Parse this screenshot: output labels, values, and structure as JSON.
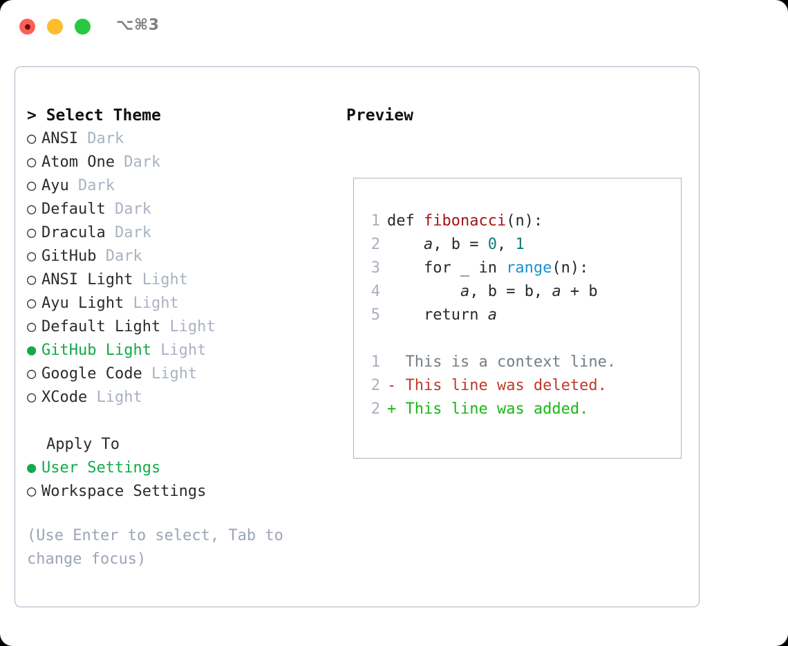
{
  "window": {
    "traffic_lights": [
      "close",
      "minimize",
      "zoom"
    ],
    "shortcut": "⌥⌘3"
  },
  "theme_panel": {
    "heading": "> Select Theme",
    "bullet_on": "●",
    "bullet_off": "○",
    "items": [
      {
        "name": "ANSI",
        "tag": "Dark",
        "selected": false
      },
      {
        "name": "Atom One",
        "tag": "Dark",
        "selected": false
      },
      {
        "name": "Ayu",
        "tag": "Dark",
        "selected": false
      },
      {
        "name": "Default",
        "tag": "Dark",
        "selected": false
      },
      {
        "name": "Dracula",
        "tag": "Dark",
        "selected": false
      },
      {
        "name": "GitHub",
        "tag": "Dark",
        "selected": false
      },
      {
        "name": "ANSI Light",
        "tag": "Light",
        "selected": false
      },
      {
        "name": "Ayu Light",
        "tag": "Light",
        "selected": false
      },
      {
        "name": "Default Light",
        "tag": "Light",
        "selected": false
      },
      {
        "name": "GitHub Light",
        "tag": "Light",
        "selected": true
      },
      {
        "name": "Google Code",
        "tag": "Light",
        "selected": false
      },
      {
        "name": "XCode",
        "tag": "Light",
        "selected": false
      }
    ]
  },
  "apply_to": {
    "heading": "Apply To",
    "options": [
      {
        "name": "User Settings",
        "selected": true
      },
      {
        "name": "Workspace Settings",
        "selected": false
      }
    ]
  },
  "hint": "(Use Enter to select, Tab to change focus)",
  "preview": {
    "title": "Preview",
    "code_lines": [
      {
        "num": "1",
        "parts": [
          {
            "text": "def ",
            "cls": "tok-plain"
          },
          {
            "text": "fibonacci",
            "cls": "tok-func"
          },
          {
            "text": "(n):",
            "cls": "tok-plain"
          }
        ]
      },
      {
        "num": "2",
        "parts": [
          {
            "text": "    ",
            "cls": "tok-plain"
          },
          {
            "text": "a",
            "cls": "tok-plain italic"
          },
          {
            "text": ", b = ",
            "cls": "tok-plain"
          },
          {
            "text": "0",
            "cls": "tok-num"
          },
          {
            "text": ", ",
            "cls": "tok-plain"
          },
          {
            "text": "1",
            "cls": "tok-num"
          }
        ]
      },
      {
        "num": "3",
        "parts": [
          {
            "text": "    for _ in ",
            "cls": "tok-plain"
          },
          {
            "text": "range",
            "cls": "tok-builtin"
          },
          {
            "text": "(n):",
            "cls": "tok-plain"
          }
        ]
      },
      {
        "num": "4",
        "parts": [
          {
            "text": "        ",
            "cls": "tok-plain"
          },
          {
            "text": "a",
            "cls": "tok-plain italic"
          },
          {
            "text": ", b = b, ",
            "cls": "tok-plain"
          },
          {
            "text": "a",
            "cls": "tok-plain italic"
          },
          {
            "text": " + b",
            "cls": "tok-plain"
          }
        ]
      },
      {
        "num": "5",
        "parts": [
          {
            "text": "    return ",
            "cls": "tok-plain"
          },
          {
            "text": "a",
            "cls": "tok-plain italic"
          }
        ]
      }
    ],
    "diff_lines": [
      {
        "num": "1",
        "marker": "  ",
        "text": "This is a context line.",
        "cls": "diff-ctx"
      },
      {
        "num": "2",
        "marker": "- ",
        "text": "This line was deleted.",
        "cls": "diff-del"
      },
      {
        "num": "2",
        "marker": "+ ",
        "text": "This line was added.",
        "cls": "diff-add"
      }
    ]
  },
  "colors": {
    "accent_green": "#12aa4a",
    "muted_tag": "#a9b2c1",
    "hint": "#9ba5b5",
    "border": "#a9b4c4",
    "diff_add": "#18b814",
    "diff_del": "#c0392b",
    "syntax_function": "#a31515",
    "syntax_number": "#0b7d72",
    "syntax_builtin": "#1b8fd0"
  }
}
